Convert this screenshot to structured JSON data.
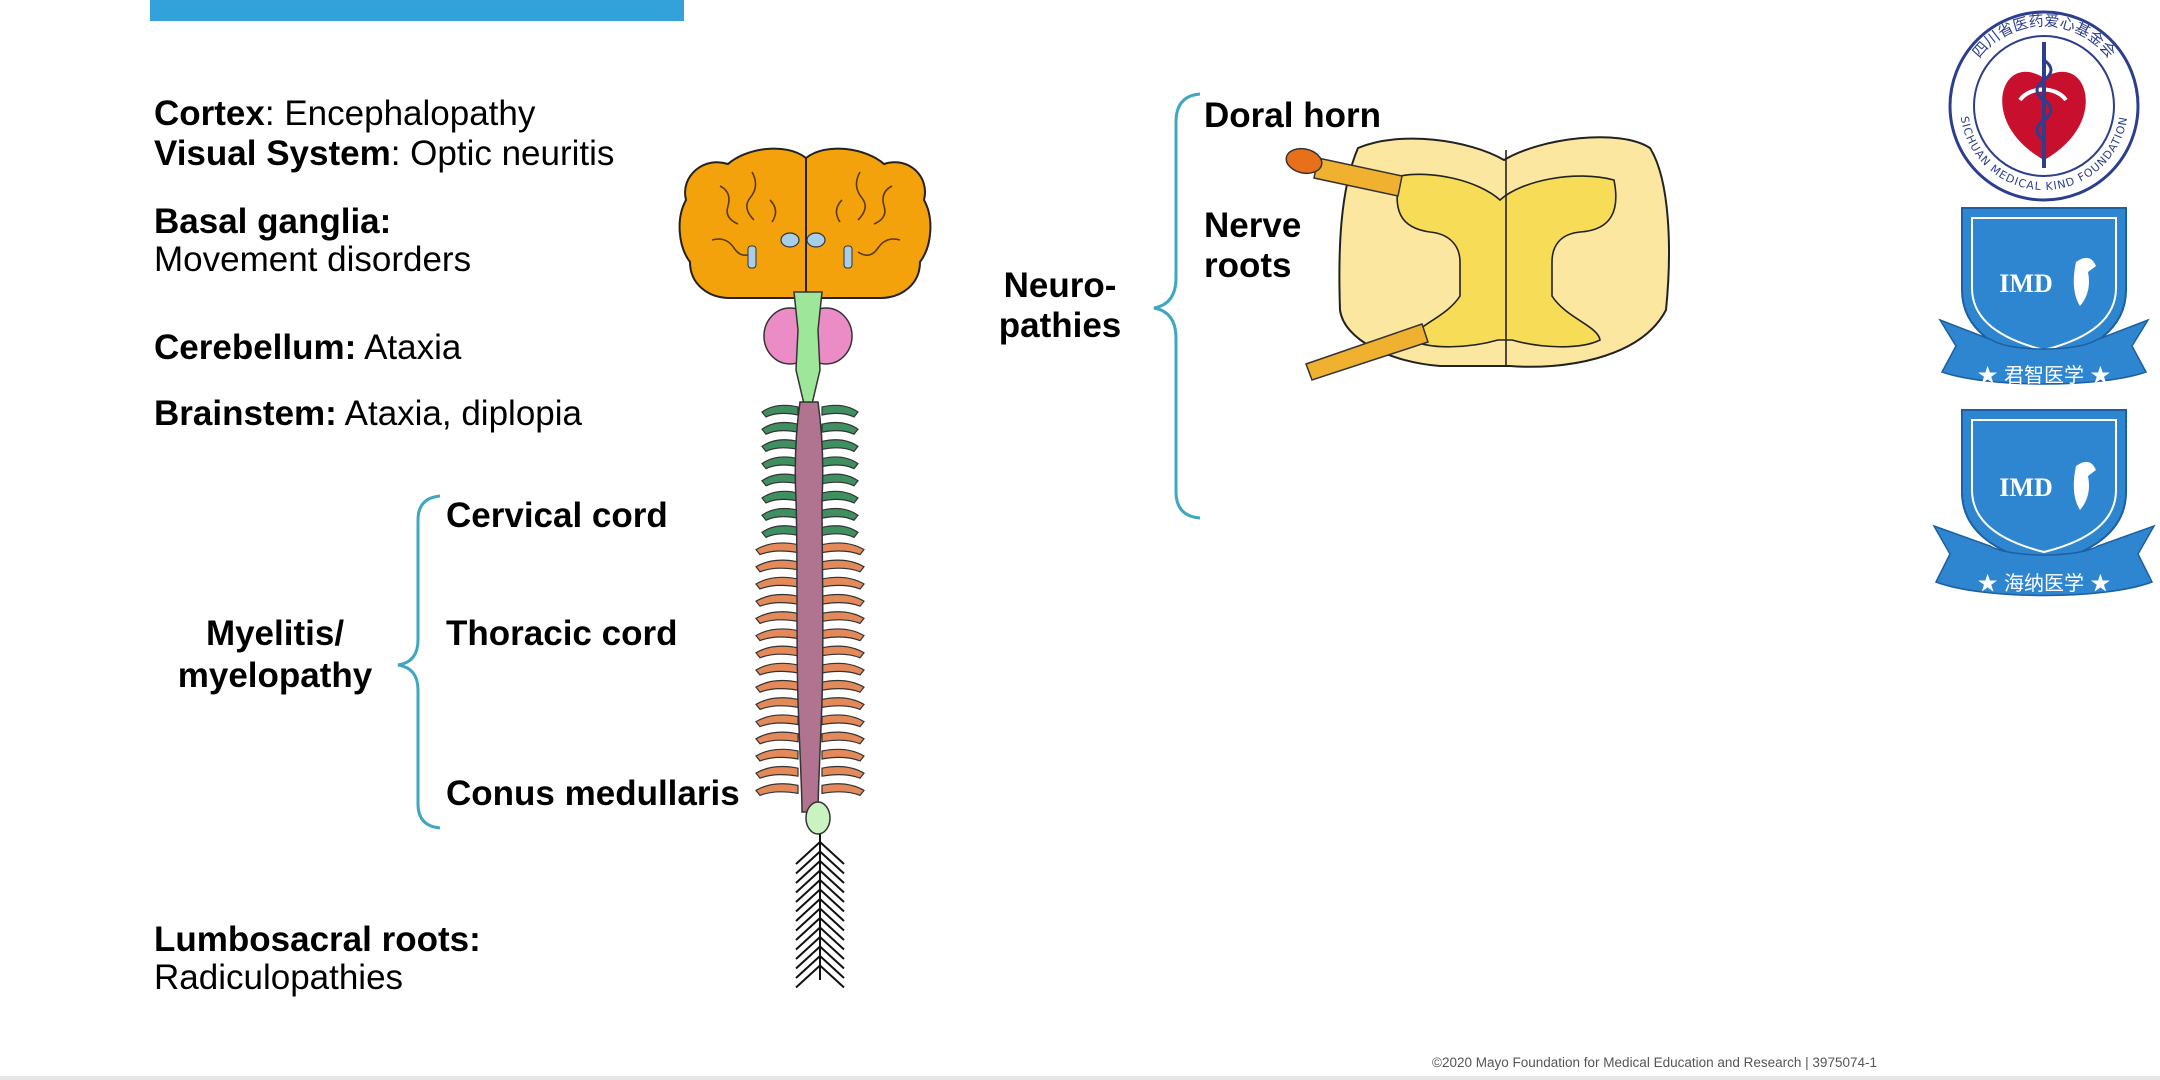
{
  "labels": {
    "cortex_term": "Cortex",
    "cortex_desc": ": Encephalopathy",
    "visual_term": "Visual System",
    "visual_desc": ": Optic neuritis",
    "basal_term": "Basal ganglia:",
    "basal_desc": "Movement disorders",
    "cerebellum_term": "Cerebellum:",
    "cerebellum_desc": " Ataxia",
    "brainstem_term": "Brainstem:",
    "brainstem_desc": " Ataxia, diplopia",
    "myelitis_line1": "Myelitis/",
    "myelitis_line2": "myelopathy",
    "cervical": "Cervical cord",
    "thoracic": "Thoracic cord",
    "conus": "Conus medullaris",
    "lumbosacral_term": "Lumbosacral roots:",
    "lumbosacral_desc": "Radiculopathies",
    "neuro_line1": "Neuro-",
    "neuro_line2": "pathies",
    "dorsal_horn": "Doral horn",
    "nerve_line1": "Nerve",
    "nerve_line2": "roots"
  },
  "logos": {
    "seal_text_top": "四川省医药爱心基金会",
    "seal_text_bottom": "SICHUAN MEDICAL KIND FOUNDATION",
    "badge1_abbr": "IMD",
    "badge1_name": "★ 君智医学 ★",
    "badge2_abbr": "IMD",
    "badge2_name": "★ 海纳医学 ★"
  },
  "footer": "©2020 Mayo Foundation for Medical Education and Research  |  3975074-1",
  "colors": {
    "accent_blue": "#33a2da",
    "bracket": "#3fa7bf",
    "brain_orange": "#f4a20c",
    "cerebellum_pink": "#ec8cc6",
    "brainstem_green": "#9ee79a",
    "spinal_cord_mauve": "#b07490",
    "cervical_roots": "#3f8f61",
    "lower_roots": "#e3895a",
    "cross_section_outer": "#fbe7a0",
    "cross_section_inner": "#f7dc58",
    "root_orange": "#f0b030",
    "badge_blue": "#2e86d0",
    "seal_red": "#c8102e"
  }
}
